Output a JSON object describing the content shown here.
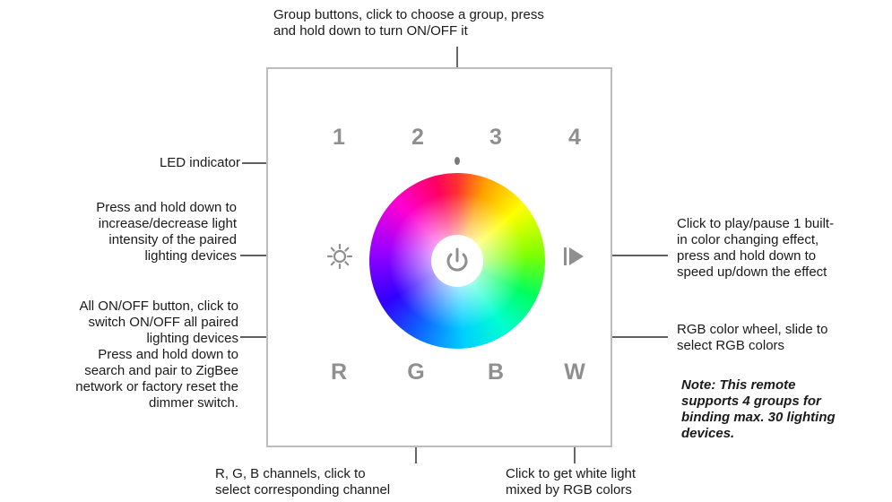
{
  "annotations": {
    "group_buttons": [
      "Group buttons, click to choose a group, press",
      "and hold down to turn ON/OFF it"
    ],
    "led_indicator": "LED indicator",
    "brightness": [
      "Press and hold down to",
      "increase/decrease light",
      "intensity of the paired",
      "lighting devices"
    ],
    "all_onoff": [
      "All ON/OFF button, click to",
      "switch ON/OFF all paired",
      "lighting devices",
      "Press and hold down to",
      "search and pair to ZigBee",
      "network or factory reset the",
      "dimmer switch."
    ],
    "play_pause": [
      "Click to play/pause 1 built-",
      "in color changing effect,",
      "press and hold down to",
      "speed up/down the effect"
    ],
    "color_wheel": [
      "RGB color wheel, slide to",
      "select RGB colors"
    ],
    "note": [
      "Note: This remote",
      "supports 4 groups for",
      "binding max. 30 lighting",
      "devices."
    ],
    "rgb_channels": [
      "R, G, B channels, click to",
      "select corresponding channel"
    ],
    "white": [
      "Click to get white light",
      "mixed by RGB colors"
    ]
  },
  "panel": {
    "groups": [
      "1",
      "2",
      "3",
      "4"
    ],
    "channels": [
      "R",
      "G",
      "B"
    ],
    "white_label": "W"
  },
  "icons": {
    "brightness": "sun-icon",
    "play_pause": "play-pause-icon",
    "power": "power-icon",
    "led": "led-dot-icon"
  },
  "colors": {
    "button_text": "#8f8f8f",
    "panel_border": "#bdbdbd",
    "line": "#000000"
  }
}
